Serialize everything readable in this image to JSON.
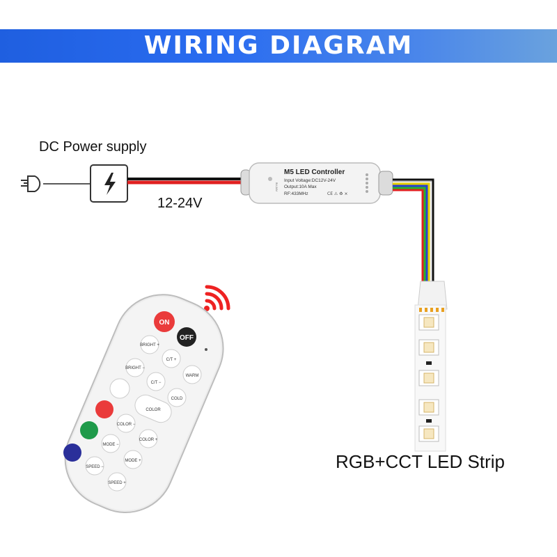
{
  "title": "WIRING DIAGRAM",
  "power_supply": {
    "label": "DC  Power supply",
    "voltage": "12-24V"
  },
  "controller": {
    "name": "M5 LED Controller",
    "input": "Input Voltage:DC12V-24V",
    "output": "Output:10A Max",
    "rf": "RF:433MHz",
    "side_mark": "5V-24V",
    "cert": "CE ⚠ ♻ ⨯"
  },
  "strip": {
    "label": "RGB+CCT LED Strip"
  },
  "remote": {
    "on": "ON",
    "off": "OFF",
    "bright_up": "BRIGHT +",
    "bright_down": "BRIGHT −",
    "ct_up": "C/T +",
    "ct_down": "C/T −",
    "warm": "WARM",
    "cold": "COLD",
    "color_up": "COLOR",
    "color_plus": "COLOR +",
    "color_minus": "COLOR −",
    "mode_up": "MODE +",
    "mode_down": "MODE −",
    "speed_up": "SPEED +",
    "speed_down": "SPEED −"
  },
  "colors": {
    "banner_start": "#1f5fe0",
    "banner_end": "#6aa2de",
    "wire_red": "#e02020",
    "wire_black": "#111111",
    "wire_green": "#2bb12b",
    "wire_blue": "#2a3fcf",
    "wire_yellow": "#e8d000",
    "wire_white": "#f5f5f5",
    "signal_red": "#ee2222",
    "btn_red": "#ea3b3b",
    "btn_green": "#1f9a4a",
    "btn_blue": "#2a2f9a"
  },
  "icons": [
    "plug-icon",
    "lightning-icon",
    "wifi-signal-icon"
  ]
}
